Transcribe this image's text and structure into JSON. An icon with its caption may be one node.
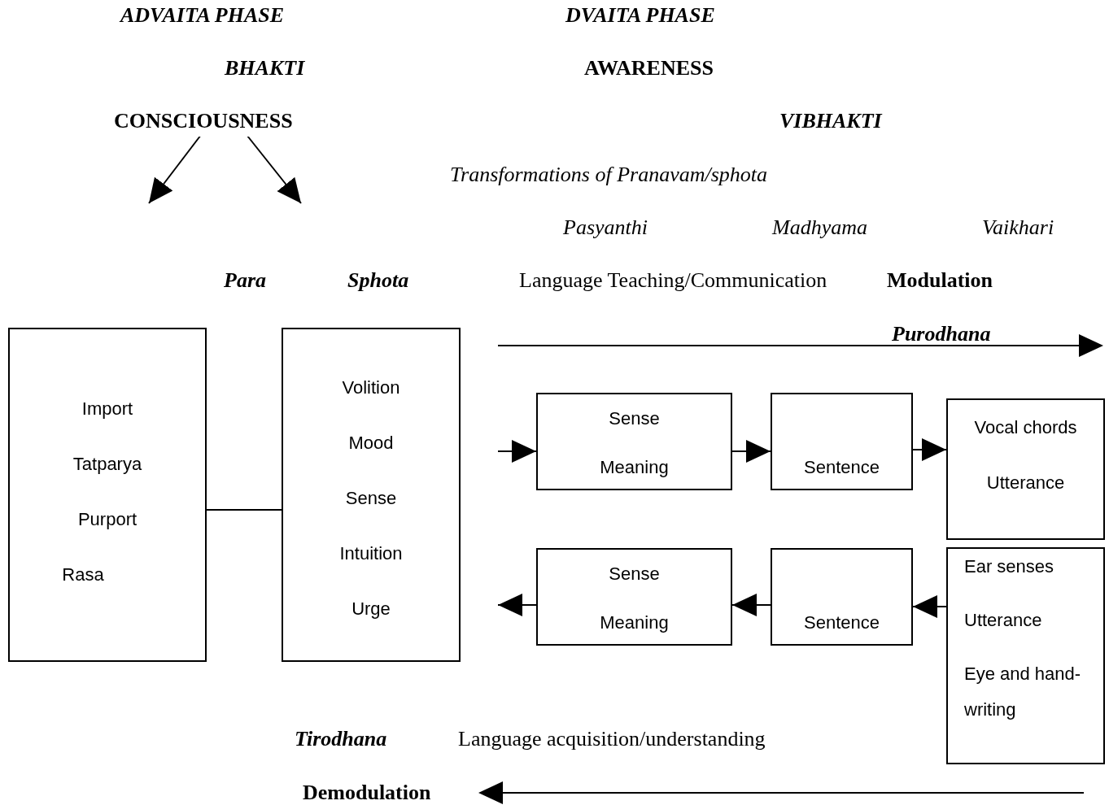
{
  "diagram": {
    "nodes": [
      {
        "text": [
          "CONSCIOUSNESS"
        ]
      },
      {
        "text": [
          "Import",
          "Tatparya",
          "Purport",
          "Rasa"
        ]
      },
      {
        "text": [
          "Volition",
          "Mood",
          "Sense",
          "Intuition",
          "Urge"
        ]
      },
      {
        "text": [
          "Sense",
          "Meaning"
        ]
      },
      {
        "text": [
          "Sentence"
        ]
      },
      {
        "text": [
          "Vocal chords",
          "Utterance"
        ]
      },
      {
        "text": [
          "Sense",
          "Meaning"
        ]
      },
      {
        "text": [
          "Sentence"
        ]
      },
      {
        "text": [
          "Ear senses",
          "Utterance",
          "Eye and hand- writing"
        ]
      }
    ],
    "edges": [
      {
        "from": 0,
        "to": null,
        "arrow": "to"
      },
      {
        "from": 0,
        "to": null,
        "arrow": "to"
      },
      {
        "from": 1,
        "to": 2,
        "arrow": "none"
      },
      {
        "from": null,
        "to": 3,
        "arrow": "to"
      },
      {
        "from": 3,
        "to": 4,
        "arrow": "to"
      },
      {
        "from": 4,
        "to": 5,
        "arrow": "to"
      },
      {
        "from": 8,
        "to": 7,
        "arrow": "to"
      },
      {
        "from": 7,
        "to": 6,
        "arrow": "to"
      },
      {
        "from": 6,
        "to": null,
        "arrow": "to"
      }
    ],
    "labels": [
      "ADVAITA PHASE",
      "DVAITA PHASE",
      "BHAKTI",
      "AWARENESS",
      "VIBHAKTI",
      "Transformations of Pranavam/sphota",
      "Pasyanthi",
      "Madhyama",
      "Vaikhari",
      "Para",
      "Sphota",
      "Language Teaching/Communication",
      "Modulation",
      "Purodhana",
      "Tirodhana",
      "Language acquisition/understanding",
      "Demodulation"
    ]
  }
}
